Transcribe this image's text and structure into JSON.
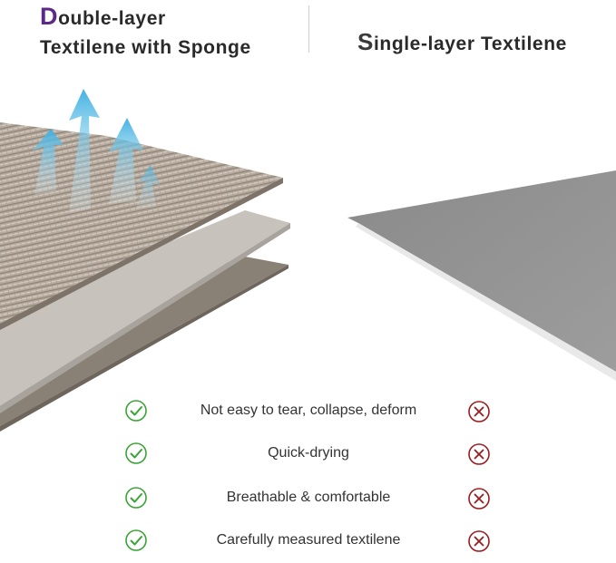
{
  "left_heading": {
    "initial": "D",
    "line1_rest": "ouble-layer",
    "line2": "Textilene with Sponge",
    "accent_color": "#5b2a86"
  },
  "right_heading": {
    "initial": "S",
    "rest": "ingle-layer Textilene"
  },
  "icons": {
    "yes": "check-circle-icon",
    "no": "cross-circle-icon",
    "yes_color": "#3aa335",
    "no_color": "#9b1c1c"
  },
  "features": [
    {
      "label": "Not easy to tear, collapse, deform",
      "double_layer": true,
      "single_layer": false
    },
    {
      "label": "Quick-drying",
      "double_layer": true,
      "single_layer": false
    },
    {
      "label": "Breathable & comfortable",
      "double_layer": true,
      "single_layer": false
    },
    {
      "label": "Carefully measured textilene",
      "double_layer": true,
      "single_layer": false
    }
  ]
}
